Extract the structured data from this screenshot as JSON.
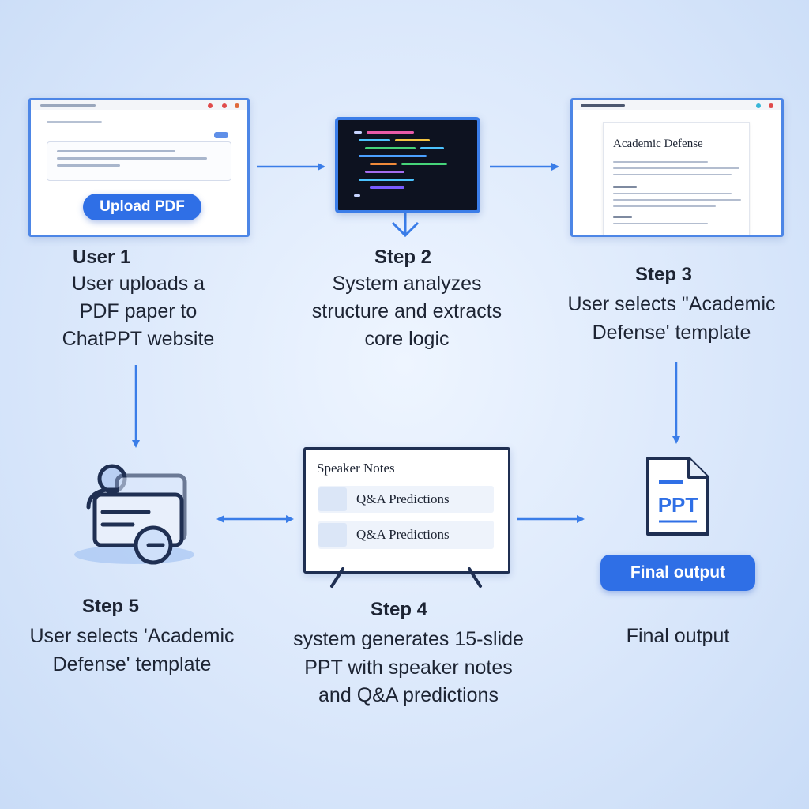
{
  "step1": {
    "button": "Upload PDF",
    "title": "User 1",
    "desc": [
      "User uploads a",
      "PDF paper to",
      "ChatPPT website"
    ]
  },
  "step2": {
    "title": "Step 2",
    "desc": [
      "System analyzes",
      "structure and extracts",
      "core logic"
    ]
  },
  "step3": {
    "doc_title": "Academic Defense",
    "title": "Step 3",
    "desc": [
      "User selects \"Academic",
      "Defense' template"
    ]
  },
  "step4": {
    "screen_title": "Speaker Notes",
    "rows": [
      "Q&A Predictions",
      "Q&A Predictions"
    ],
    "title": "Step 4",
    "desc": [
      "system generates 15-slide",
      "PPT with speaker notes",
      "and Q&A predictions"
    ]
  },
  "step5": {
    "title": "Step 5",
    "desc": [
      "User selects 'Academic",
      "Defense' template"
    ]
  },
  "final": {
    "file_label": "PPT",
    "button": "Final output",
    "caption": "Final output"
  },
  "colors": {
    "accent": "#2f6fe6",
    "arrow": "#3a7de8",
    "icon_navy": "#1f2f52"
  }
}
